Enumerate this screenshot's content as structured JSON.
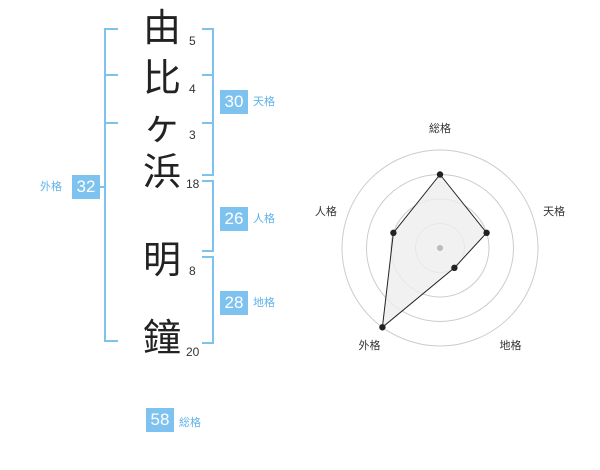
{
  "name_chars": [
    {
      "char": "由",
      "strokes": "5"
    },
    {
      "char": "比",
      "strokes": "4"
    },
    {
      "char": "ヶ",
      "strokes": "3"
    },
    {
      "char": "浜",
      "strokes": "18"
    },
    {
      "char": "明",
      "strokes": "8"
    },
    {
      "char": "鐘",
      "strokes": "20"
    }
  ],
  "kakusu": {
    "tenkaku": {
      "label": "天格",
      "value": "30"
    },
    "jinkaku": {
      "label": "人格",
      "value": "26"
    },
    "chikaku": {
      "label": "地格",
      "value": "28"
    },
    "gaikaku": {
      "label": "外格",
      "value": "32"
    },
    "soukaku": {
      "label": "総格",
      "value": "58"
    }
  },
  "chart_data": {
    "type": "radar",
    "axes": [
      "総格",
      "天格",
      "地格",
      "外格",
      "人格"
    ],
    "values": [
      3,
      2,
      1,
      4,
      2
    ],
    "max": 4,
    "rings": 4,
    "colors": {
      "fill": "#eeeeee",
      "line": "#222222",
      "grid": "#cccccc",
      "center": "#bbbbbb"
    }
  },
  "colors": {
    "accent": "#7ec3f0",
    "label": "#5fb3ea"
  }
}
